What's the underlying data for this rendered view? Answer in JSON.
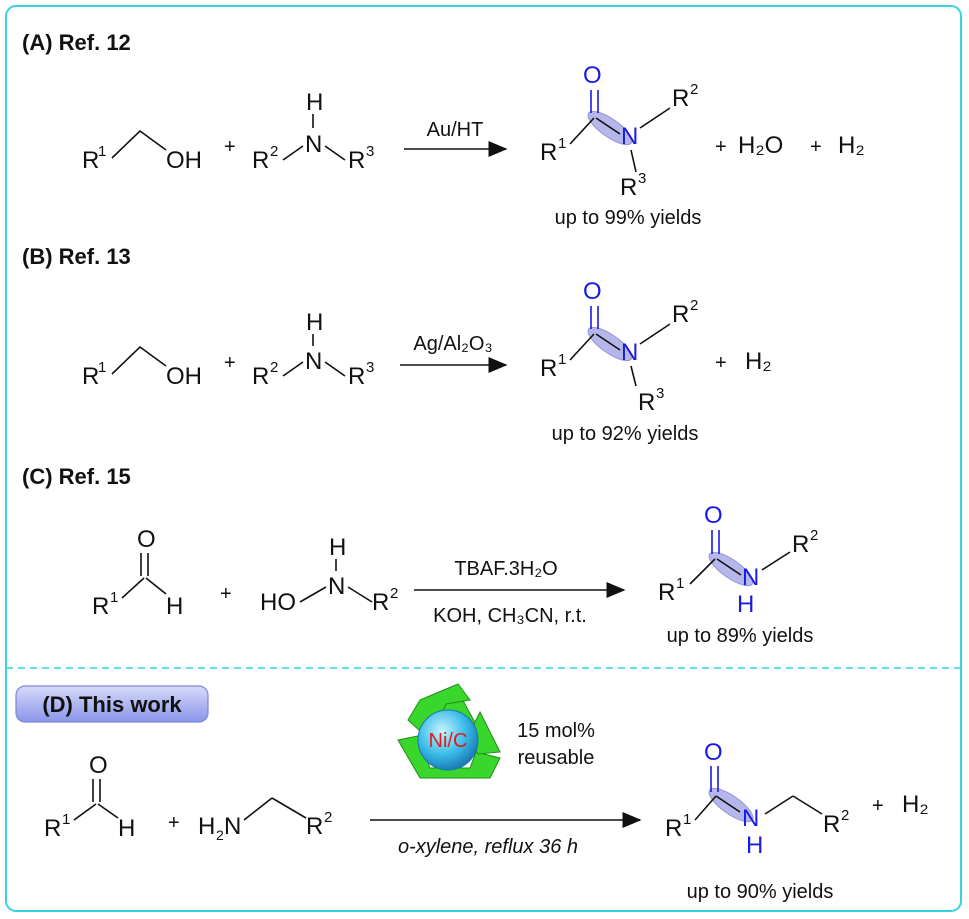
{
  "sections": {
    "a": {
      "title": "(A) Ref. 12",
      "catalyst": "Au/HT",
      "yield": "up to 99% yields",
      "byproduct_h2o": "H₂O",
      "byproduct_h2": "H₂"
    },
    "b": {
      "title": "(B) Ref. 13",
      "catalyst": "Ag/Al₂O₃",
      "yield": "up to 92% yields",
      "byproduct_h2": "H₂"
    },
    "c": {
      "title": "(C) Ref. 15",
      "reagent_top": "TBAF.3H₂O",
      "reagent_bottom": "KOH, CH₃CN, r.t.",
      "yield": "up to 89% yields"
    },
    "d": {
      "title": "(D) This work",
      "catalyst_badge": "Ni/C",
      "loading": "15 mol%",
      "reusable": "reusable",
      "conditions": "o-xylene, reflux 36 h",
      "yield": "up to 90% yields",
      "byproduct_h2": "H₂"
    }
  },
  "colors": {
    "frame": "#35d4e0",
    "badge": "#9ea6ee",
    "recycle": "#39d62c",
    "sphere": "#35b8e8",
    "heteroatom": "#1a1ae6"
  }
}
